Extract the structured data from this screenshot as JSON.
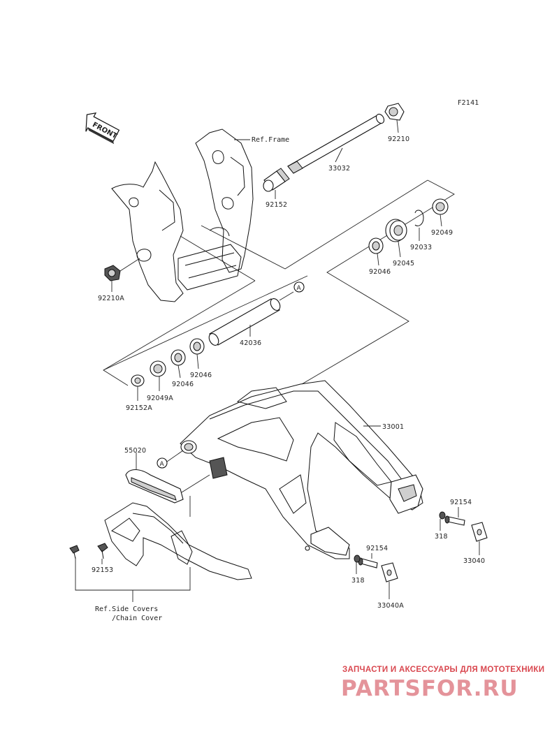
{
  "diagram": {
    "code": "F2141",
    "front_label": "FRONT",
    "ref_frame": "Ref.Frame",
    "ref_side_covers_line1": "Ref.Side Covers",
    "ref_side_covers_line2": "/Chain Cover",
    "callout_a": "A",
    "parts": {
      "p92210": "92210",
      "p33032": "33032",
      "p92152": "92152",
      "p92210A": "92210A",
      "p92049": "92049",
      "p92033": "92033",
      "p92045": "92045",
      "p92046_top": "92046",
      "p42036": "42036",
      "p92046_a": "92046",
      "p92046_b": "92046",
      "p92049A": "92049A",
      "p92152A": "92152A",
      "p33001": "33001",
      "p55020": "55020",
      "p92154_right": "92154",
      "p318_right": "318",
      "p33040": "33040",
      "p92154_mid": "92154",
      "p318_mid": "318",
      "p33040A": "33040A",
      "p92153": "92153"
    }
  },
  "watermark": {
    "subtitle": "ЗАПЧАСТИ И АКСЕССУАРЫ ДЛЯ МОТОТЕХНИКИ",
    "brand": "PARTSFOR.RU",
    "color": "#d9474f"
  }
}
